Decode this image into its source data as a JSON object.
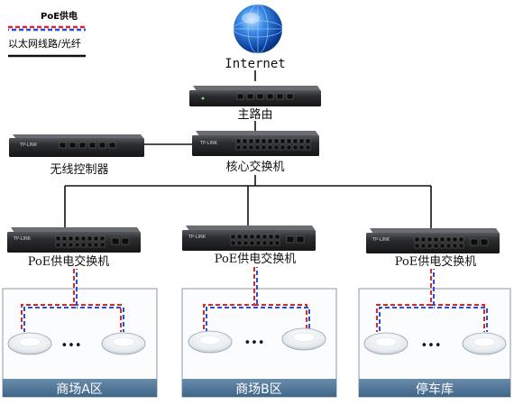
{
  "legend": {
    "poe_label": "PoE供电",
    "network_label": "以太网线路/光纤",
    "poe_colors": [
      "#e0262b",
      "#2a4fd0"
    ],
    "network_color": "#111111"
  },
  "nodes": {
    "internet": "Internet",
    "main_router": "主路由",
    "wireless_controller": "无线控制器",
    "core_switch": "核心交换机",
    "poe_switch_label": "PoE供电交换机"
  },
  "zones": [
    {
      "label": "商场A区",
      "ellipsis": "•••"
    },
    {
      "label": "商场B区",
      "ellipsis": "•••"
    },
    {
      "label": "停车库",
      "ellipsis": "•••"
    }
  ],
  "colors": {
    "zone_band": "#4f7698",
    "zone_border": "#8a9aa8",
    "device_body": "#2b2d30",
    "globe": "#1a5fc8"
  }
}
